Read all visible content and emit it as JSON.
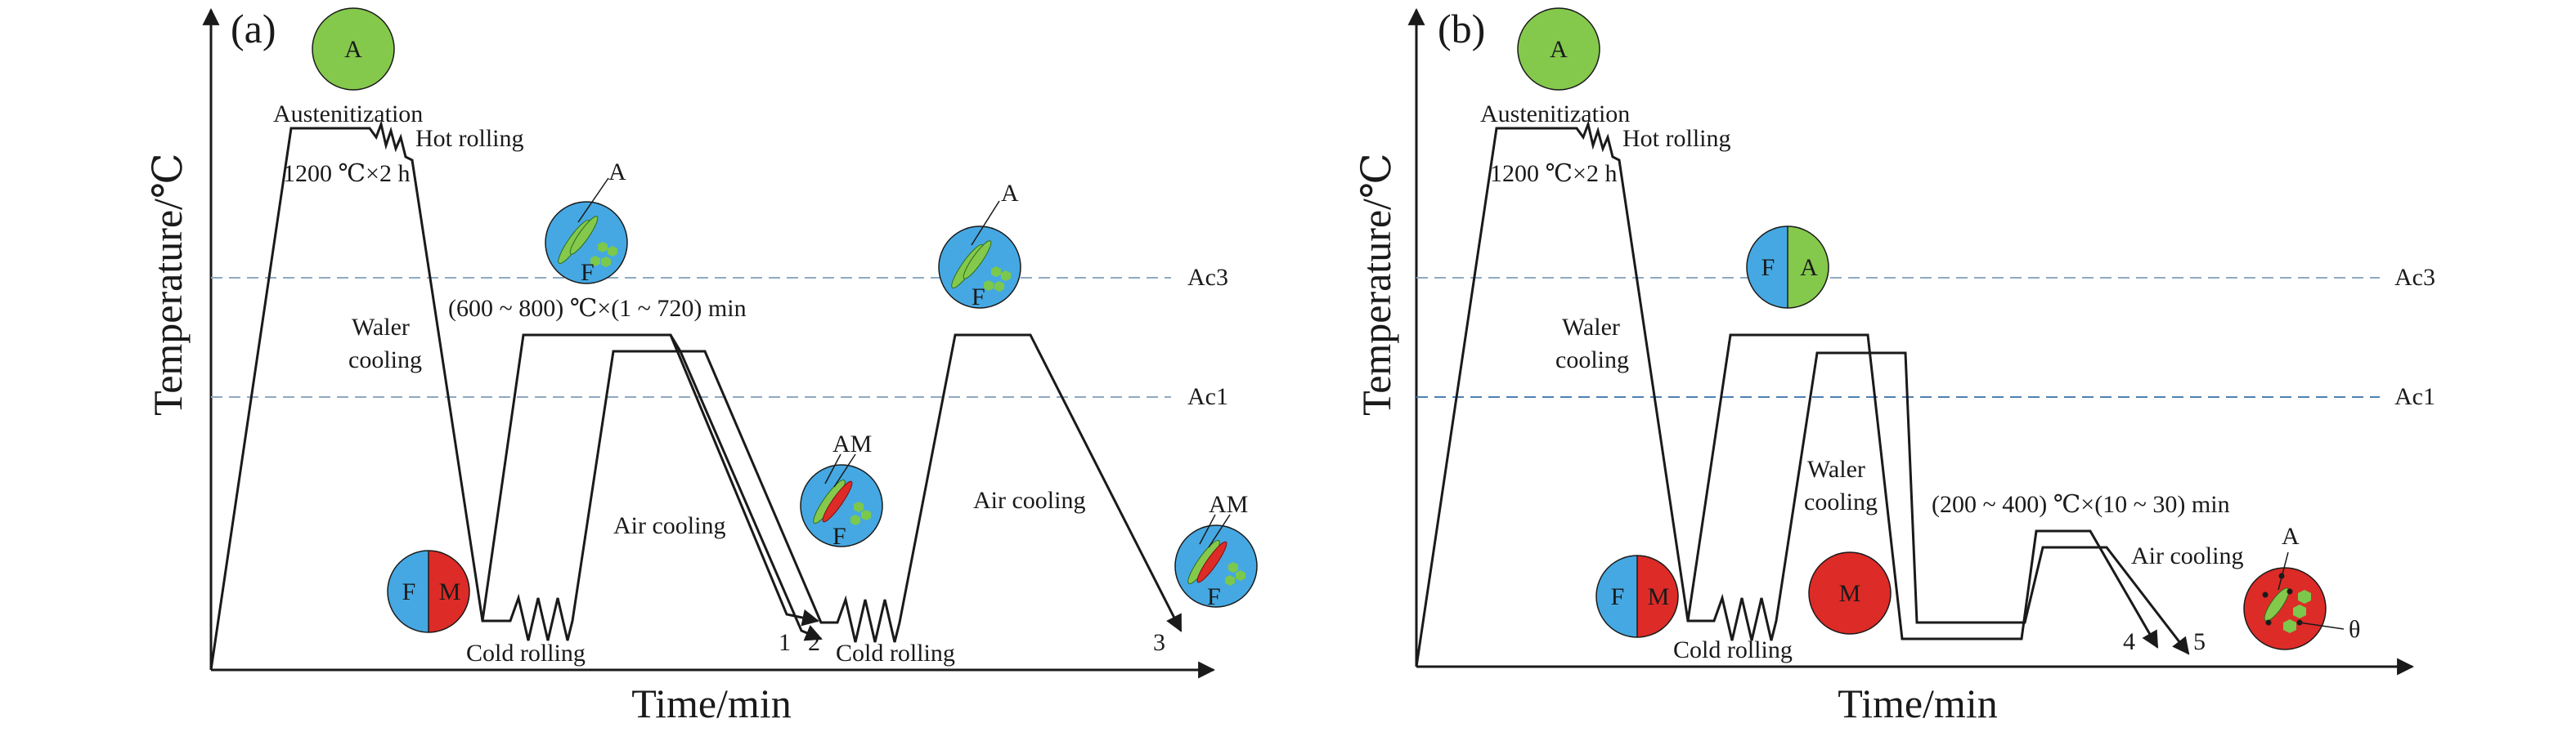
{
  "colors": {
    "austenite": "#84c94c",
    "ferrite": "#45a8e2",
    "martensite": "#dd2b27",
    "grain": "#7bc84c",
    "guide_line": "#8fa9c2",
    "ink": "#1a1a1a"
  },
  "panel_a": {
    "label": "(a)",
    "y_axis_title": "Temperature/℃",
    "x_axis_title": "Time/min",
    "ac3": "Ac3",
    "ac1": "Ac1",
    "austenitization": "Austenitization",
    "hot_rolling": "Hot rolling",
    "soak_condition": "1200 ℃×2 h",
    "water_cooling_line1": "Waler",
    "water_cooling_line2": "cooling",
    "anneal_condition": "(600 ~ 800) ℃×(1 ~ 720) min",
    "air_cooling_1": "Air cooling",
    "air_cooling_2": "Air cooling",
    "cold_rolling_1": "Cold rolling",
    "cold_rolling_2": "Cold rolling",
    "route_1": "1",
    "route_2": "2",
    "route_3": "3",
    "phase_A": "A",
    "phase_F": "F",
    "phase_M": "M",
    "phase_AM": "AM"
  },
  "panel_b": {
    "label": "(b)",
    "y_axis_title": "Temperature/℃",
    "x_axis_title": "Time/min",
    "ac3": "Ac3",
    "ac1": "Ac1",
    "austenitization": "Austenitization",
    "hot_rolling": "Hot rolling",
    "soak_condition": "1200 ℃×2 h",
    "water_cooling_1_line1": "Waler",
    "water_cooling_1_line2": "cooling",
    "water_cooling_2_line1": "Waler",
    "water_cooling_2_line2": "cooling",
    "temper_condition": "(200 ~ 400) ℃×(10 ~ 30) min",
    "air_cooling": "Air cooling",
    "cold_rolling": "Cold rolling",
    "route_4": "4",
    "route_5": "5",
    "phase_A": "A",
    "phase_F": "F",
    "phase_M": "M",
    "phase_theta": "θ"
  }
}
